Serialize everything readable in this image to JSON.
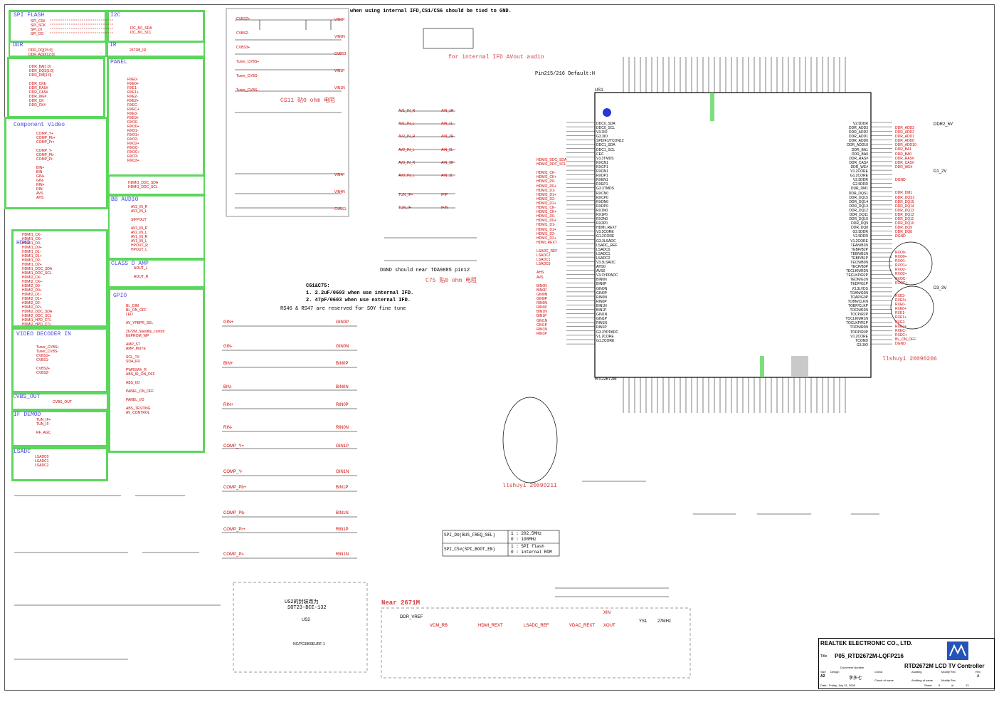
{
  "notes": {
    "top_note": "when using internal IFD,CS1/CS6 should be tied to GND.",
    "for_ifd_audio": "for internal IFD AVout audio",
    "pin_default": "Pin215/216 Default:H",
    "cs11_note": "CS11 贴0 ohm 电阻",
    "dgnd_note": "DGND should near TDA9885 pin12",
    "c75_note": "C75 贴0 ohm 电阻",
    "c61_title": "C61&C75:",
    "c61_line1": "1. 2.2uF/0603 when use internal IFD.",
    "c61_line2": "2. 47pF/0603 when use external IFD.",
    "rs46_note": "RS46 & RS47 are reserved for SOY fine tune",
    "signature1": "llshuyi 20090211",
    "signature2": "llshuyi 20090206",
    "us2_note1": "US2的封装改为",
    "us2_note2": "SOT23-BCE-132",
    "near_2671m": "Near 2671M",
    "spi_do": "SPI_DO(BUS_FREQ_SEL)",
    "spi_do_v1": "1 : 202.5MHz",
    "spi_do_v0": "0 : 108MHz",
    "spi_cs": "SPI_CS#(SPI_BOOT_EN)",
    "spi_cs_v1": "1 : SPI flash",
    "spi_cs_v0": "0 : internal ROM"
  },
  "groups": [
    {
      "title": "SPI FLASH",
      "signals": "SPI_CS#\nSPI_SCK\nSPI_DI\nSPI_DO"
    },
    {
      "title": "I2C",
      "signals": "I2C_M1_SDA\nI2C_M1_SCL"
    },
    {
      "title": "DDR",
      "signals": "DDR_DQ[15:0]\nDDR_ADD[12:0]"
    },
    {
      "title": "IR",
      "signals": "2672M_IR"
    },
    {
      "title": "PANEL",
      "signals": "RXE0-\nRXE0+\nRXE1-\nRXE1+\nRXE2-\nRXE2+\nRXEC-\nRXEC+\nRXE3-\nRXE3+\nRXO0-\nRXO0+\nRXO1-\nRXO1+\nRXO2-\nRXO2+\nRXOC-\nRXOC+\nRXO3-\nRXO3+"
    },
    {
      "title": "",
      "signals": "DDR_BA[1:0]\nDDR_DQS[1:0]\nDDR_DM[1:0]\n\nDDR_CKE\nDDR_RAS#\nDDR_CAS#\nDDR_WE#\nDDR_CK\nDDR_CK#"
    },
    {
      "title": "Component Video",
      "signals": "COMP_Y+\nCOMP_Pb+\nCOMP_Pr+\n\nCOMP_Y-\nCOMP_Pb-\nCOMP_Pr-\n\nBIN+\nBIN-\nGIN+\nGIN-\nRIN+\nRIN-\nAVS\nAHS"
    },
    {
      "title": "",
      "signals": "HDMI1_DDC_SDA\nHDMI1_DDC_SCL"
    },
    {
      "title": "BB AUDIO",
      "signals": "AV3_IN_R\nAV3_IN_L\n\nSIFPOUT\n\nAV2_IN_R\nAV2_IN_L\nAV1_IN_R\nAV1_IN_L\nHPOUT_R\nHPOUT_L"
    },
    {
      "title": "HDMI",
      "signals": "HDMI1_CK-\nHDMI1_CK+\nHDMI1_D0-\nHDMI1_D0+\nHDMI1_D1-\nHDMI1_D1+\nHDMI1_D2-\nHDMI1_D2+\nHDMI1_DDC_SDA\nHDMI1_DDC_SCL\nHDMI2_CK-\nHDMI2_CK+\nHDMI2_D0-\nHDMI2_D0+\nHDMI2_D1-\nHDMI2_D1+\nHDMI2_D2-\nHDMI2_D2+\nHDMI2_DDC_SDA\nHDMI2_DDC_SCL\nHDMI1_HPD_CTL\nHDMI2_HPD_CTL"
    },
    {
      "title": "CLASS D AMP",
      "signals": "AOUT_L\n\nAOUT_R"
    },
    {
      "title": "GPIO",
      "signals": "BL_DIM\nBL_ON_OFF\nLED\n\nAV_YPBPR_SEL\n\n2672M_Standby_control\nEEPROM_WP\n\nAMP_ST\nAMP_MUTE\n\nSCL_TX\nSDA_RX\n\nPWRSW#_R\nABS_IR_ON_OFF\n\nABS_I/O\n\nPANEL_ON_OFF\n\nPANEL_I/O\n\nABS_TESTING\nAV_CONTROL"
    },
    {
      "title": "VIDEO DECODER IN",
      "signals": "Tuner_CVBS+\nTuner_CVBS-\nCVBS1+\nCVBS1-\n\nCVBS2+\nCVBS2-"
    },
    {
      "title": "CVBS_OUT",
      "signals": "CVBS_OUT"
    },
    {
      "title": "IF DEMOD",
      "signals": "TUN_IF+\nTUN_IF-\n\nRF_AGC"
    },
    {
      "title": "LSADC",
      "signals": "LSADC0\nLSADC1\nLSADC2"
    }
  ],
  "chip": {
    "ref": "US1",
    "part": "RTD2672M",
    "left_pins": "DDC0_SDA\nDDC0_SCL\nV3.3IO\nG3.3IO\nSPDIF1/TCON12\nDDC1_SDA\nDDC1_SCL\nCEC\nV3.3TMDS\nRXCN1\nRXCP1\nRXDN1\nRXDP1\nRXEN1\nRXEP1\nG3.3TMDS\nRXCN0\nRXCP0\nRXDN0\nRXDP0\nRX1N0\nRX1P0\nRX2N0\nRX2P0\nHDMI_REXT\nV3.3CORE\nG1.2CORE\nG3.3LSADC\nLSADC_REF\nLSADC0\nLSADC1\nLSADC2\nV3.3LSADC\nAHS0\nAVS0\nV3.3YPPADC\nBIN0N\nBIN0P\nGIN0N\nGIN0P\nRIN0N\nRIN0P\nBIN1N\nBIN1P\nGIN1N\nGIN1P\nRIN1N\nRIN1P\nG3.3YPPADC\nV1.2CORE\nG1.2CORE",
    "right_pins": "V2.5DDR\nDDR_ADD3\nDDR_ADD2\nDDR_ADD1\nDDR_ADD0\nDDR_ADD10\nDDR_BA1\nDDR_BA0\nDDR_RAS#\nDDR_CAS#\nDDR_WE#\nV1.2CORE\nG1.2CORE\nV2.5DDR\nG2.5DDR\nDDR_DM1\nDDR_DQS1\nDDR_DQ15\nDDR_DQ14\nDDR_DQ13\nDDR_DQ12\nDDR_DQ11\nDDR_DQ10\nDDR_DQ9\nDDR_DQ8\nG2.5DDR\nV2.5DDR\nV1.2CORE\nTEAN/B2N\nTEBP/B2P\nTEBN/B1N\nTEBP/B1P\nTECN/B0N\nTECP/B0P\nTECLKN/R2N\nTECLKP/R2P\nTEDN/G1N\nTEDP/G1P\nV3.3LVDS\nTOAN/G0N\nTOAP/G0P\nTOBN/CLKN\nTOBP/CLKP\nTOCN/R2N\nTOCP/R2P\nTOCLKN/R1N\nTOCLKP/R1P\nTODN/R0N\nTODP/R0P\nV1.2CORE\nTCOND\nG3.3IO"
  },
  "nets": {
    "ddr": "DDR_ADD3\nDDR_ADD2\nDDR_ADD1\nDDR_ADD0\nDDR_ADD10\nDDR_BA1\nDDR_BA0\nDDR_RAS#\nDDR_CAS#\nDDR_WE#\n\n\nDGND\n\n\nDDR_DM1\nDDR_DQS1\nDDR_DQ15\nDDR_DQ14\nDDR_DQ13\nDDR_DQ12\nDDR_DQ11\nDDR_DQ10\nDDR_DQ9\nDDR_DQ8\nDGND",
    "lvds": "RXO0-\nRXO0+\nRXO1-\nRXO1+\nRXO2-\nRXO2+\nRXOC-\nRXOC+\n\n\nRXE3-\nRXE3+\nRXE0-\nRXE0+\nRXE1-\nRXE1+\nRXE2-\nRXE2+\nRXEC-\nRXEC+\nBL_ON_OFF\nDGND",
    "hdmi_left": "HDMI2_DDC_SDA\nHDMI2_DDC_SCL\n\nHDMI2_CK-\nHDMI2_CK+\nHDMI2_D0-\nHDMI2_D0+\nHDMI2_D1-\nHDMI2_D1+\nHDMI2_D2-\nHDMI2_D2+\nHDMI1_CK-\nHDMI1_CK+\nHDMI1_D0-\nHDMI1_D0+\nHDMI1_D1-\nHDMI1_D1+\nHDMI1_D2-\nHDMI1_D2+\nHDMI_REXT",
    "adc_left": "LSADC_REF\nLSADC2\nLSADC1\nLSADC0\n\nAHS\nAVS\n\nBIN0N\nBIN0P\nGIN0N\nGIN0P\nRIN0N\nRIN0P\nBIN1N\nBIN1P\nGIN1N\nGIN1P\nRIN1N\nRIN1P",
    "dgnd": "DGND",
    "d1_2v": "D1_2V",
    "d2_5v": "DDR2_6V",
    "d3_3v": "D3_3V"
  },
  "inputs": [
    {
      "net": "GIN+",
      "out": "GIN0P"
    },
    {
      "net": "GIN-",
      "out": "GIN0N"
    },
    {
      "net": "BIN+",
      "out": "BIN0P"
    },
    {
      "net": "BIN-",
      "out": "BIN0N"
    },
    {
      "net": "RIN+",
      "out": "RIN0P"
    },
    {
      "net": "RIN-",
      "out": "RIN0N"
    },
    {
      "net": "COMP_Y+",
      "out": "GIN1P"
    },
    {
      "net": "COMP_Y-",
      "out": "GIN1N"
    },
    {
      "net": "COMP_Pb+",
      "out": "BIN1P"
    },
    {
      "net": "COMP_Pb-",
      "out": "BIN1N"
    },
    {
      "net": "COMP_Pr+",
      "out": "RIN1P"
    },
    {
      "net": "COMP_Pr-",
      "out": "RIN1N"
    }
  ],
  "cvbs": {
    "left": "CVBS2+\n\nCVBS2-\n\nCVBS3+\n\nTuner_CVBS+\n\nTuner_CVBS-\n\nTuner_CVBS-",
    "right": "VIN6P\n\nVIN6N\n\nCVBS3\n\nVIN1P\n\nVIN1N",
    "right2": "VIN4P\n\nVIN4N\n\nCVBS1-"
  },
  "audio": {
    "left": "AV1_IN_R\n\nAV1_IN_L\n\nAV2_IN_R\n\nAV2_IN_L\n\nAV3_IN_R\n\nAV3_IN_L\n\n\nTUN_IF+\n\nTUN_IF-",
    "right": "AIN_1R\n\nAIN_1L\n\nAIN_2R\n\nAIN_2L\n\nAIN_3R\n\nAIN_3L\n\n\nIFIP\n\nIFIN"
  },
  "title_block": {
    "company": "REALTEK ELECTRONIC CO., LTD.",
    "title_label": "Title",
    "title": "P05_RTD2672M-LQFP216",
    "doc_label": "Document Number",
    "doc": "RTD2672M LCD TV Controller",
    "size_label": "Size",
    "size": "A2",
    "design_label": "Design",
    "check_label": "Check",
    "auditing_label": "Auditing",
    "modify_label": "Modify Rev",
    "rev_label": "Rev",
    "rev": "A",
    "date_label": "Date:",
    "date": "Friday, July 31, 2009",
    "sheet_label": "Sheet",
    "sheet": "5",
    "of_label": "of",
    "of": "13",
    "designer": "李多七",
    "check_name": "Check of name",
    "audit_name": "Auditing of name",
    "modify_name": "Modify Rev"
  },
  "regulators": {
    "us2_label": "US2",
    "us2_part": "NC/PC3809EURF-1",
    "ys1": "YS1",
    "ys1_freq": "27MHz",
    "ddr_vref": "DDR_VREF",
    "vcm_rb": "VCM_RB",
    "hdmi_rext": "HDMI_REXT",
    "lsadc_ref": "LSADC_REF",
    "vdac_rext": "VDAC_REXT",
    "xout": "XOUT",
    "xin": "XIN"
  },
  "colors": {
    "box": "#5cd65c",
    "net": "#cc0000",
    "label": "#4a4ae8",
    "note": "#d04040"
  }
}
